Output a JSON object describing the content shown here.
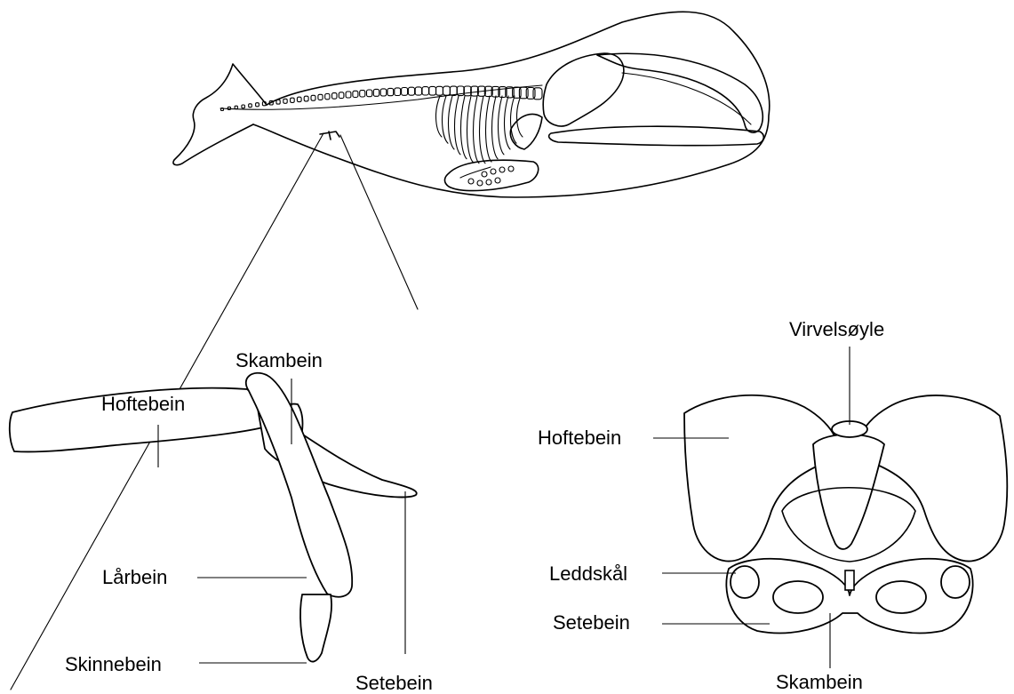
{
  "whale_leg_labels": {
    "hoftebein": "Hoftebein",
    "skambein": "Skambein",
    "laarbein": "Lårbein",
    "skinnebein": "Skinnebein",
    "setebein": "Setebein"
  },
  "human_pelvis_labels": {
    "virvelsoyle": "Virvelsøyle",
    "hoftebein": "Hoftebein",
    "leddskaal": "Leddskål",
    "setebein": "Setebein",
    "skambein": "Skambein"
  },
  "colors": {
    "ink": "#000000",
    "background": "#ffffff"
  }
}
